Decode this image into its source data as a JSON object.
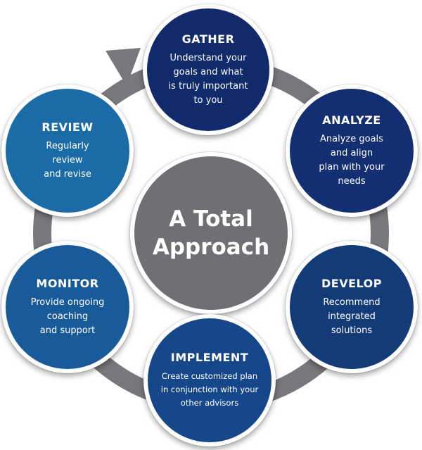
{
  "center": {
    "title": "A Total\nApproach",
    "color": "#707074"
  },
  "ring_color": "#78787c",
  "steps": [
    {
      "key": "gather",
      "title": "GATHER",
      "desc": "Understand your\ngoals and what\nis truly important\nto you",
      "color": "#102a6b"
    },
    {
      "key": "analyze",
      "title": "ANALYZE",
      "desc": "Analyze goals\nand align\nplan with your\nneeds",
      "color": "#132f71"
    },
    {
      "key": "develop",
      "title": "DEVELOP",
      "desc": "Recommend\nintegrated\nsolutions",
      "color": "#133b78"
    },
    {
      "key": "implement",
      "title": "IMPLEMENT",
      "desc": "Create customized plan\nin conjunction with your\nother advisors",
      "color": "#17478b"
    },
    {
      "key": "monitor",
      "title": "MONITOR",
      "desc": "Provide ongoing\ncoaching\nand support",
      "color": "#195a99"
    },
    {
      "key": "review",
      "title": "REVIEW",
      "desc": "Regularly\nreview\nand revise",
      "color": "#1b6ca6"
    }
  ]
}
